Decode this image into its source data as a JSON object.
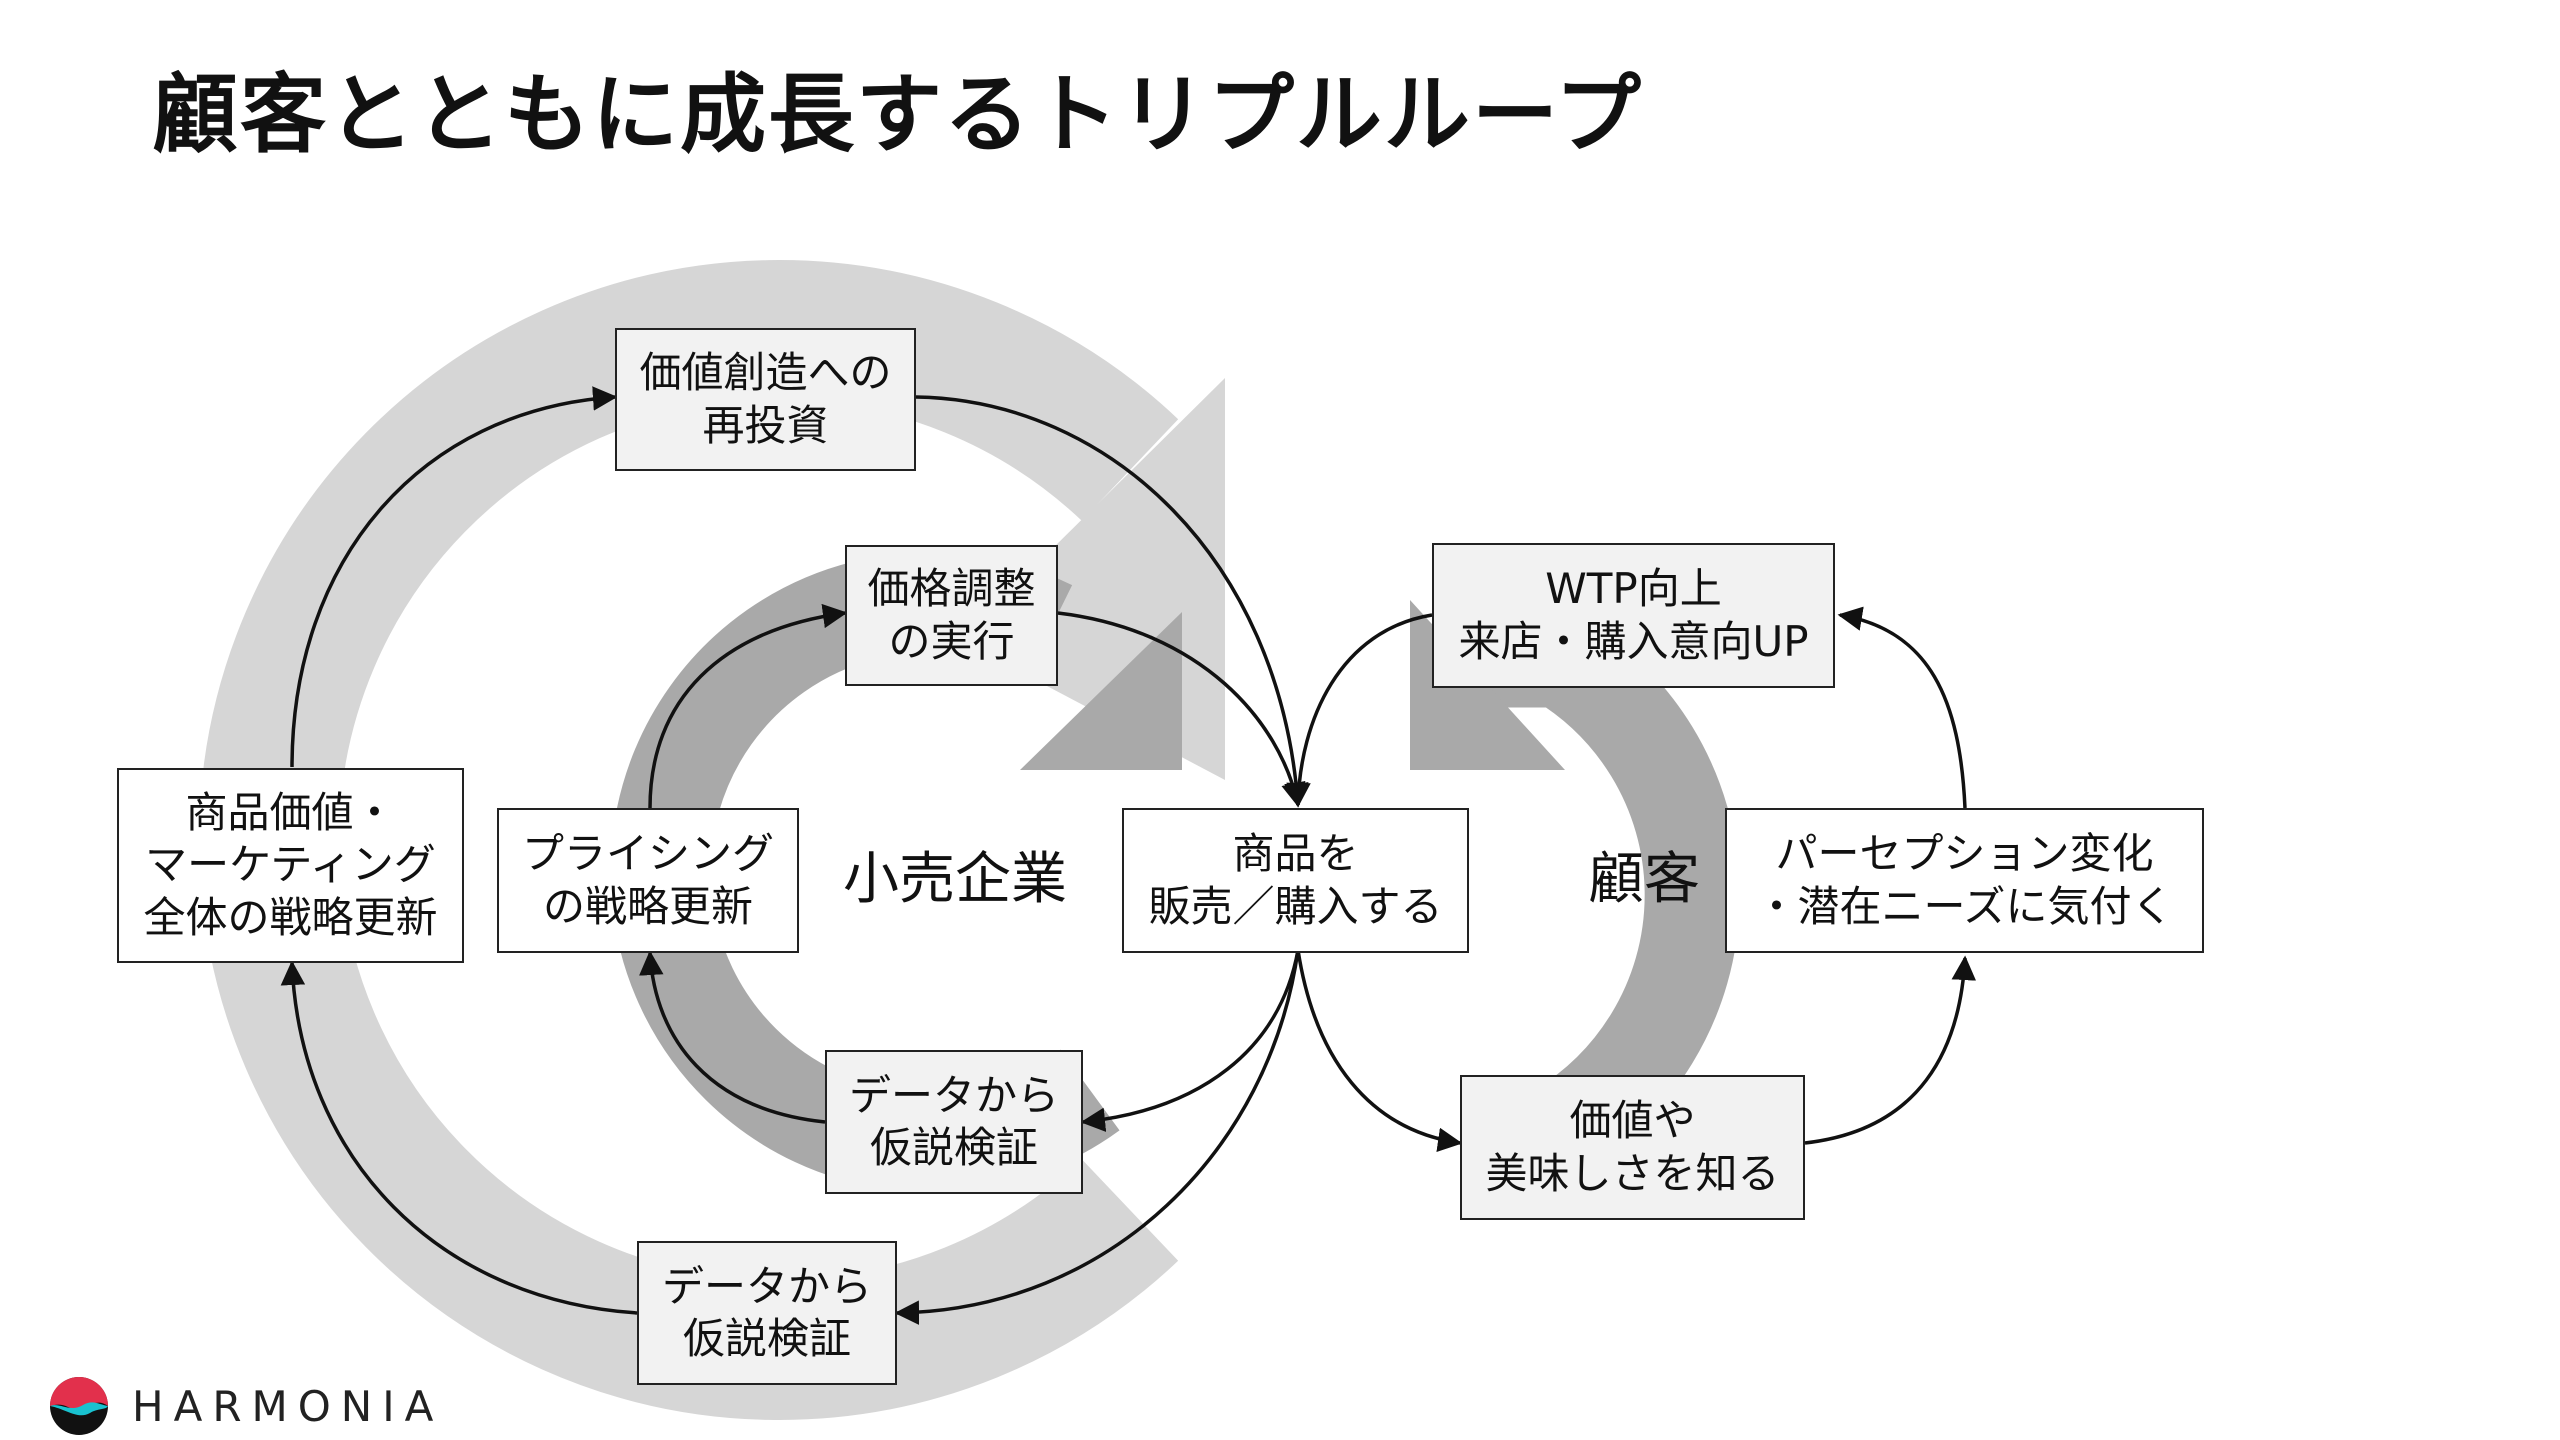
{
  "title": "顧客とともに成長するトリプルループ",
  "boxes": {
    "reinvest": [
      "価値創造への",
      "再投資"
    ],
    "price_exec": [
      "価格調整",
      "の実行"
    ],
    "wtp": [
      "WTP向上",
      "来店・購入意向UP"
    ],
    "product_strategy": [
      "商品価値・",
      "マーケティング",
      "全体の戦略更新"
    ],
    "pricing_strategy": [
      "プライシング",
      "の戦略更新"
    ],
    "sell_buy": [
      "商品を",
      "販売／購入する"
    ],
    "perception": [
      "パーセプション変化",
      "・潜在ニーズに気付く"
    ],
    "data_inner": [
      "データから",
      "仮説検証"
    ],
    "value_know": [
      "価値や",
      "美味しさを知る"
    ],
    "data_outer": [
      "データから",
      "仮説検証"
    ]
  },
  "labels": {
    "company": "小売企業",
    "customer": "顧客"
  },
  "logo": {
    "text": "HARMONIA"
  },
  "colors": {
    "outer_loop": "#d6d6d6",
    "inner_loop": "#a9a9a9",
    "box_fill": "#f2f2f2",
    "line": "#111111"
  }
}
